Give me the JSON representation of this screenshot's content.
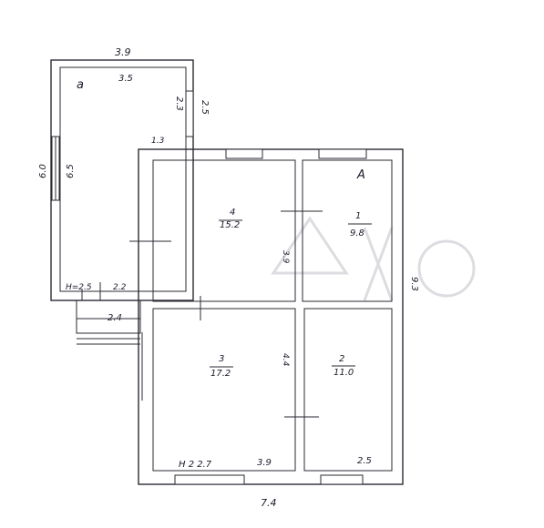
{
  "porch": {
    "label": "а",
    "top_width": "3.9",
    "inner_width": "3.5",
    "left_outer_height": "6.0",
    "left_inner_height": "6.5",
    "right_outer": "2.5",
    "right_inner": "2.3",
    "top_wall_note": "1.3",
    "bottom_height": "Н=2.5",
    "bottom_right": "2.2",
    "step_width": "2.4"
  },
  "house": {
    "label": "А",
    "right_height": "9.3",
    "bottom_width": "7.4",
    "inner_height": "3.9",
    "bottom_height": "Н 2 2.7",
    "bottom_inner_width": "3.9",
    "room2_width": "2.5",
    "side_mark": "4.4"
  },
  "rooms": [
    {
      "number": "4",
      "area": "15.2"
    },
    {
      "number": "1",
      "area": "9.8"
    },
    {
      "number": "3",
      "area": "17.2"
    },
    {
      "number": "2",
      "area": "11.0"
    }
  ]
}
